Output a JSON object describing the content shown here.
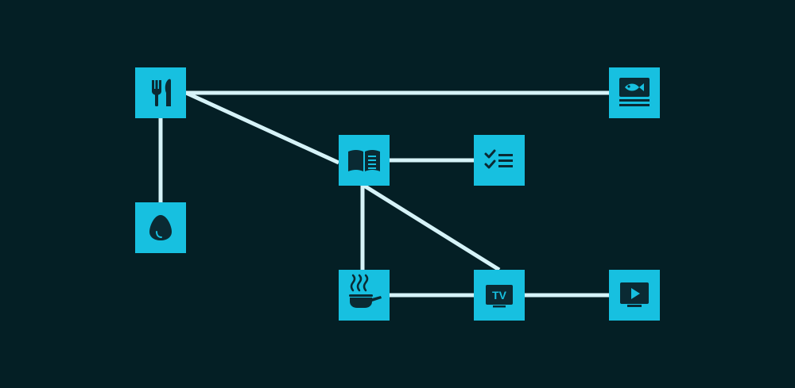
{
  "diagram": {
    "colors": {
      "background": "#041f25",
      "node": "#17c0e0",
      "edge": "#d6f3f8",
      "icon": "#0a2a33"
    },
    "nodes": [
      {
        "id": "dining",
        "icon": "fork-knife-icon"
      },
      {
        "id": "fish-menu",
        "icon": "fish-menu-icon"
      },
      {
        "id": "recipe-book",
        "icon": "open-book-icon"
      },
      {
        "id": "checklist",
        "icon": "checklist-icon"
      },
      {
        "id": "egg",
        "icon": "egg-icon"
      },
      {
        "id": "cooking-pan",
        "icon": "steaming-pan-icon"
      },
      {
        "id": "tv",
        "icon": "tv-icon",
        "label": "TV"
      },
      {
        "id": "video",
        "icon": "play-video-icon"
      }
    ],
    "edges": [
      [
        "dining",
        "fish-menu"
      ],
      [
        "dining",
        "recipe-book"
      ],
      [
        "dining",
        "egg"
      ],
      [
        "recipe-book",
        "checklist"
      ],
      [
        "recipe-book",
        "cooking-pan"
      ],
      [
        "recipe-book",
        "tv"
      ],
      [
        "cooking-pan",
        "tv"
      ],
      [
        "tv",
        "video"
      ]
    ]
  }
}
